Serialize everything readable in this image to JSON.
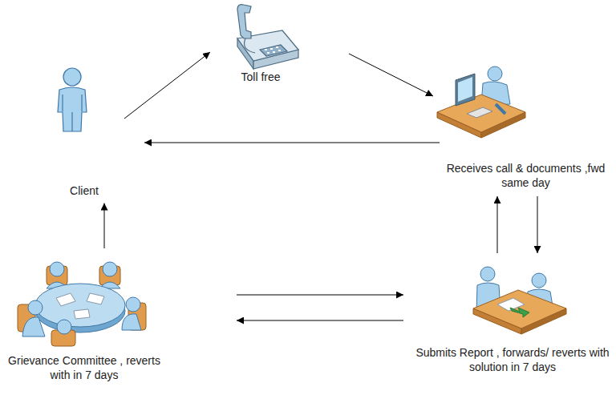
{
  "diagram": {
    "nodes": [
      {
        "text": [
          "Toll free"
        ]
      },
      {
        "text": [
          "Client"
        ]
      },
      {
        "text": [
          "Receives call & documents ,fwd same day"
        ]
      },
      {
        "text": [
          "Grievance Committee , reverts with in 7 days"
        ]
      },
      {
        "text": [
          "Submits Report , forwards/ reverts with solution in 7 days"
        ]
      }
    ],
    "edges": [
      {
        "from": 1,
        "to": 0,
        "arrow": "to"
      },
      {
        "from": 0,
        "to": 2,
        "arrow": "to"
      },
      {
        "from": 2,
        "to": 1,
        "arrow": "to"
      },
      {
        "from": 2,
        "to": 4,
        "arrow": "to"
      },
      {
        "from": 4,
        "to": 2,
        "arrow": "to"
      },
      {
        "from": 3,
        "to": 4,
        "arrow": "to"
      },
      {
        "from": 4,
        "to": 3,
        "arrow": "to"
      },
      {
        "from": 3,
        "to": 1,
        "arrow": "to"
      }
    ]
  }
}
